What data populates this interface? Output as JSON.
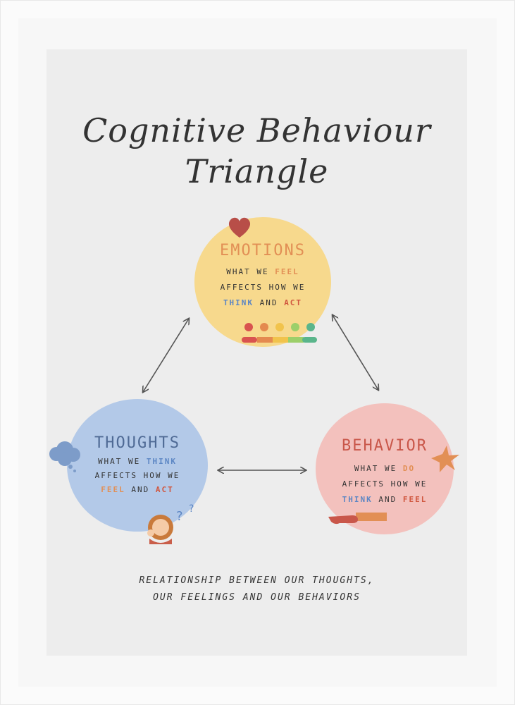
{
  "title": {
    "line1": "Cognitive Behaviour",
    "line2": "Triangle"
  },
  "nodes": {
    "emotions": {
      "heading": "EMOTIONS",
      "line1_prefix": "WHAT WE ",
      "line1_highlight": "FEEL",
      "line2": "AFFECTS HOW WE",
      "line3_highlight1": "THINK",
      "line3_mid": " AND ",
      "line3_highlight2": "ACT",
      "color": "#f7d98d",
      "heading_color": "#e28f55"
    },
    "thoughts": {
      "heading": "THOUGHTS",
      "line1_prefix": "WHAT WE ",
      "line1_highlight": "THINK",
      "line2": "AFFECTS HOW WE",
      "line3_highlight1": "FEEL",
      "line3_mid": " AND ",
      "line3_highlight2": "ACT",
      "color": "#b3c9e8",
      "heading_color": "#4f6a95"
    },
    "behavior": {
      "heading": "BEHAVIOR",
      "line1_prefix": "WHAT WE ",
      "line1_highlight": "DO",
      "line2": "AFFECTS HOW WE",
      "line3_highlight1": "THINK",
      "line3_mid": " AND ",
      "line3_highlight2": "FEEL",
      "color": "#f3c1bd",
      "heading_color": "#c9574a"
    }
  },
  "caption": {
    "line1": "RELATIONSHIP BETWEEN OUR THOUGHTS,",
    "line2": "OUR FEELINGS AND OUR BEHAVIORS"
  },
  "icons": [
    "heart-icon",
    "mood-faces-icon",
    "thought-cloud-icon",
    "question-marks-icon",
    "thinking-person-icon",
    "star-burst-icon",
    "pointing-hand-icon",
    "arrow-icon"
  ],
  "mood_scale_colors": [
    "#d9534f",
    "#e48a4f",
    "#f1c34c",
    "#9ccf6a",
    "#5ab58b"
  ]
}
